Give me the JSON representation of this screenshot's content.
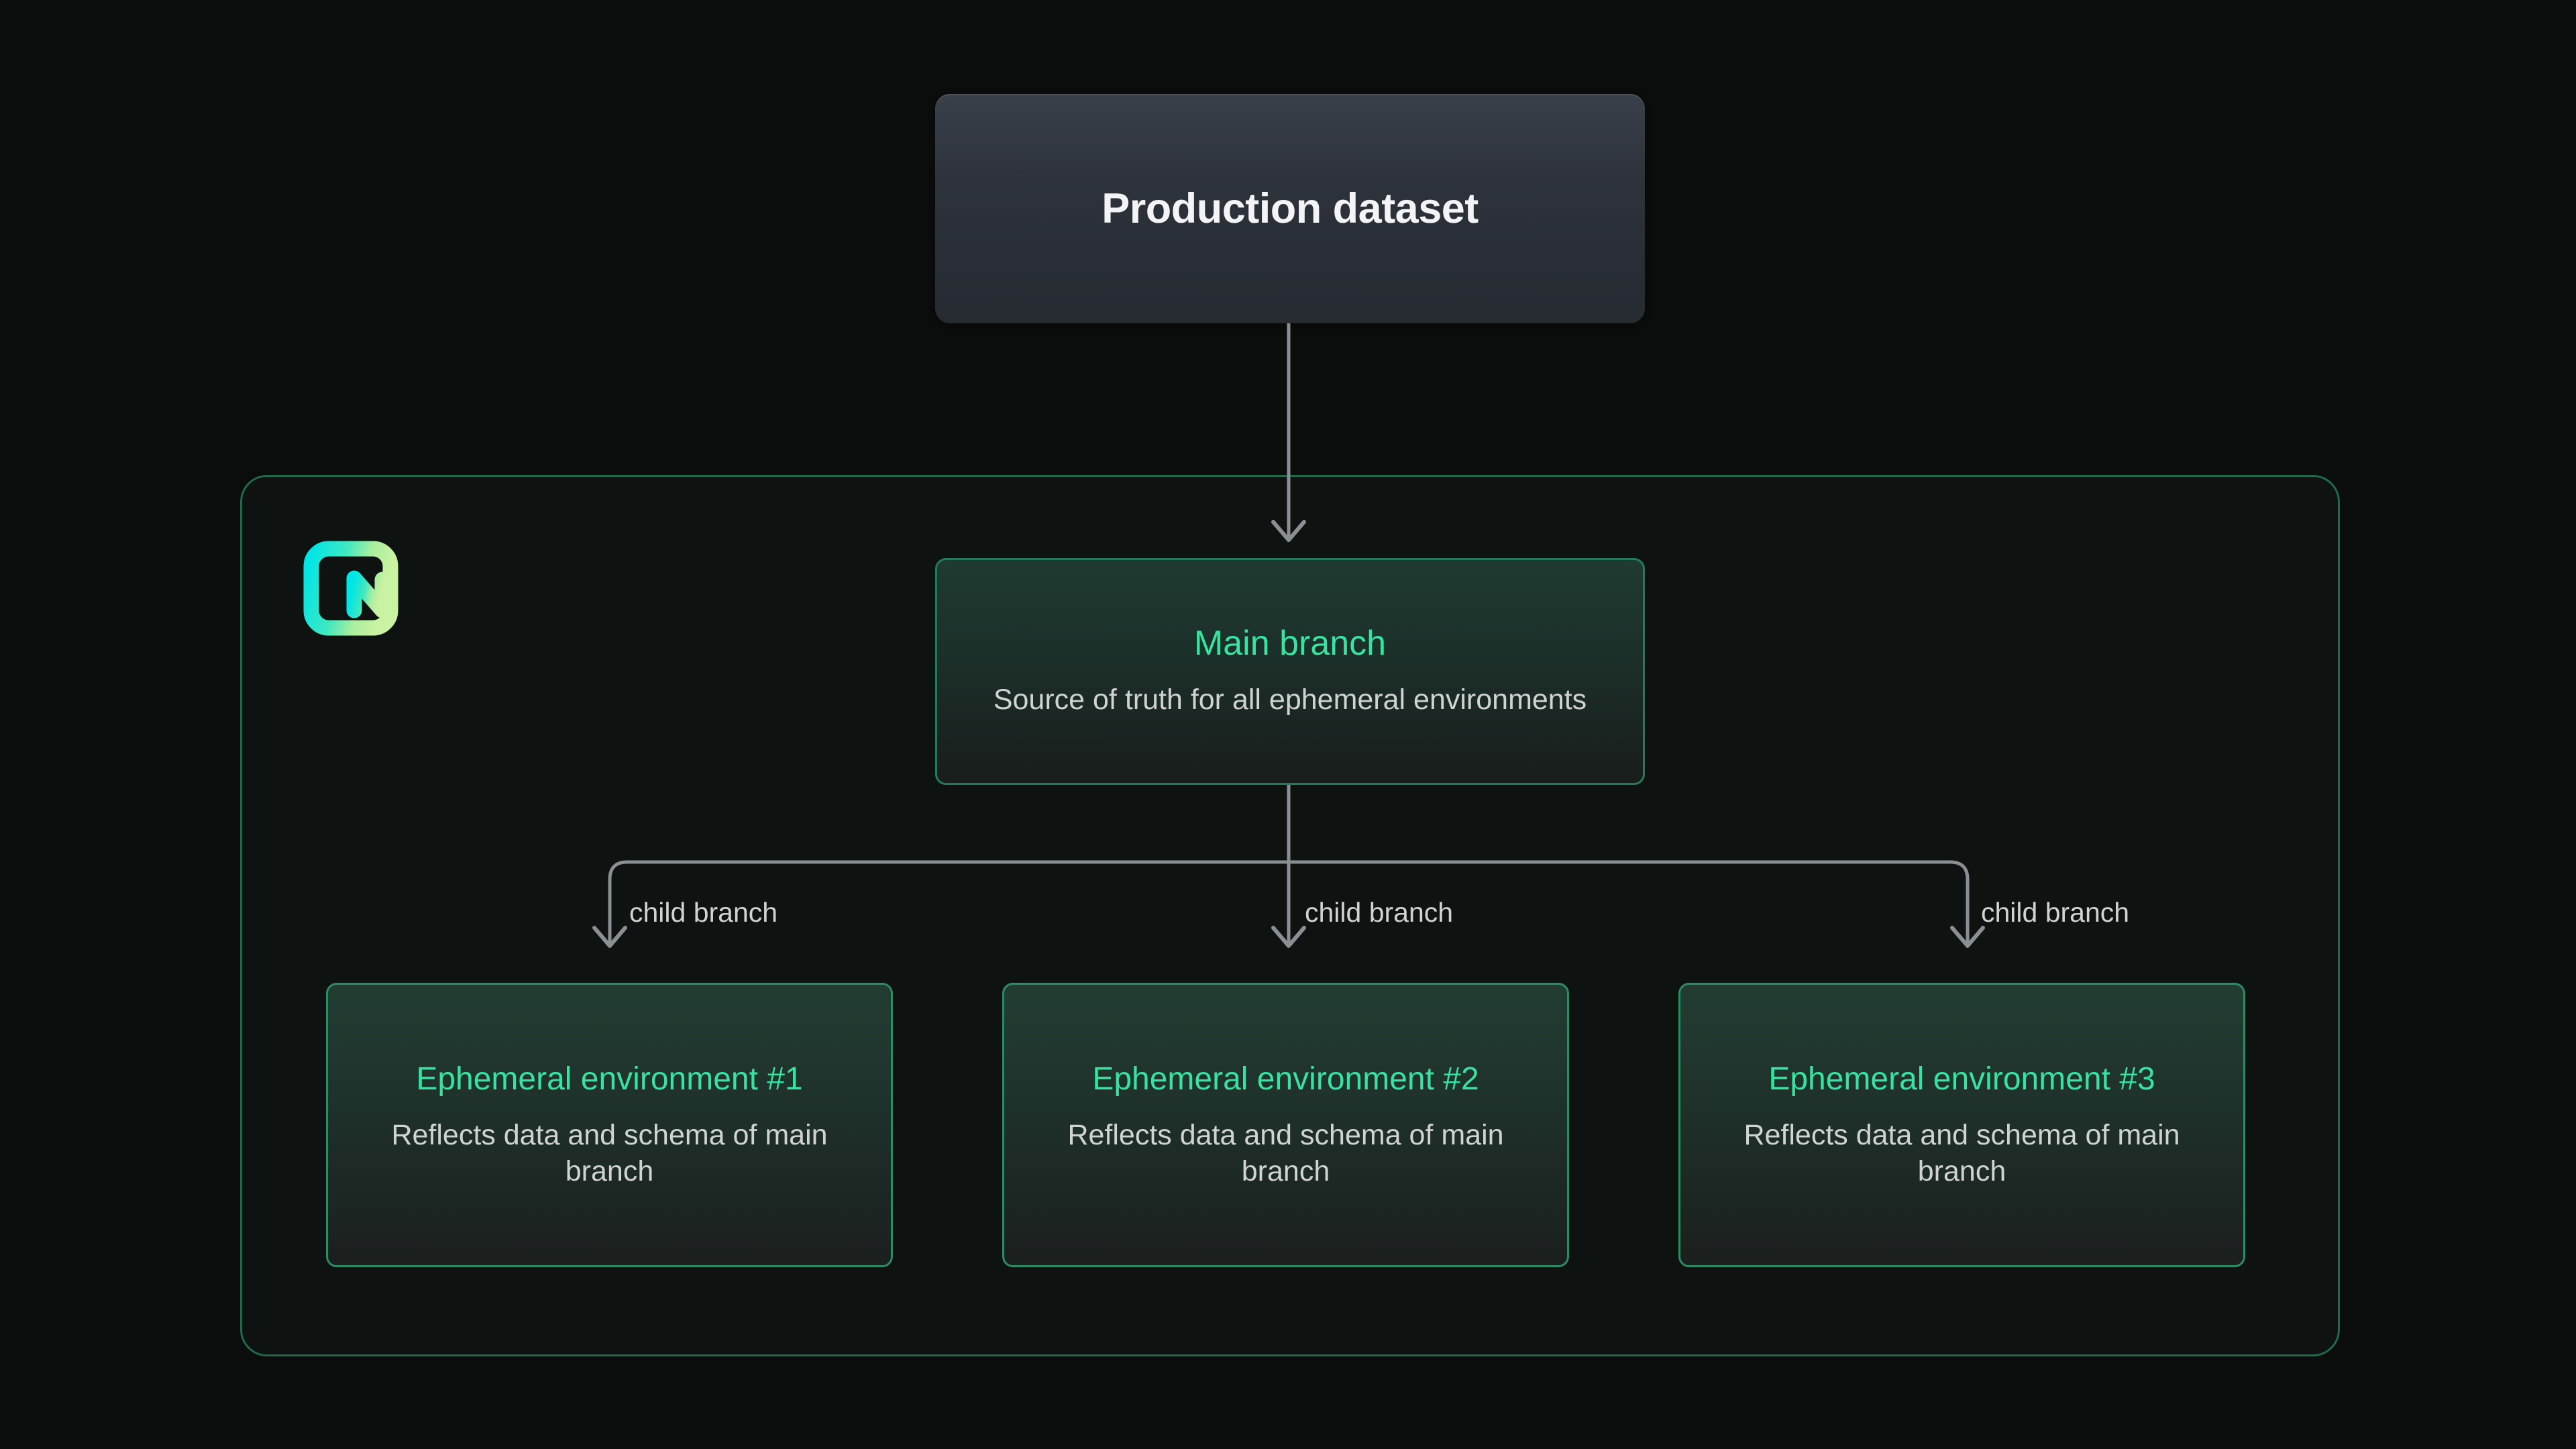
{
  "page": {
    "background_color": "#0b0c0c"
  },
  "production": {
    "title": "Production dataset",
    "background_top_color": "#3a404a",
    "background_bottom_color": "#262b32",
    "title_color": "#f2f4f6"
  },
  "container": {
    "border_color": "#1f6a4a",
    "background_color": "#0e1312",
    "logo": {
      "name": "neon-logo",
      "gradient_from": "#00e5e5",
      "gradient_to": "#c4f09c"
    }
  },
  "main_branch": {
    "title": "Main branch",
    "subtitle": "Source of truth for all ephemeral environments",
    "title_color": "#38e3a0",
    "subtitle_color": "#cfd3d2",
    "border_color": "#26795a"
  },
  "connectors": {
    "line_color": "#8a8f94",
    "labels": [
      "child branch",
      "child branch",
      "child branch"
    ]
  },
  "ephemeral_environments": [
    {
      "title": "Ephemeral environment #1",
      "subtitle": "Reflects data and schema of main branch",
      "title_color": "#38e3a0",
      "subtitle_color": "#cfd3d2",
      "border_color": "#2d8c63"
    },
    {
      "title": "Ephemeral environment #2",
      "subtitle": "Reflects data and schema of main branch",
      "title_color": "#38e3a0",
      "subtitle_color": "#cfd3d2",
      "border_color": "#2d8c63"
    },
    {
      "title": "Ephemeral environment #3",
      "subtitle": "Reflects data and schema of main branch",
      "title_color": "#38e3a0",
      "subtitle_color": "#cfd3d2",
      "border_color": "#2d8c63"
    }
  ]
}
